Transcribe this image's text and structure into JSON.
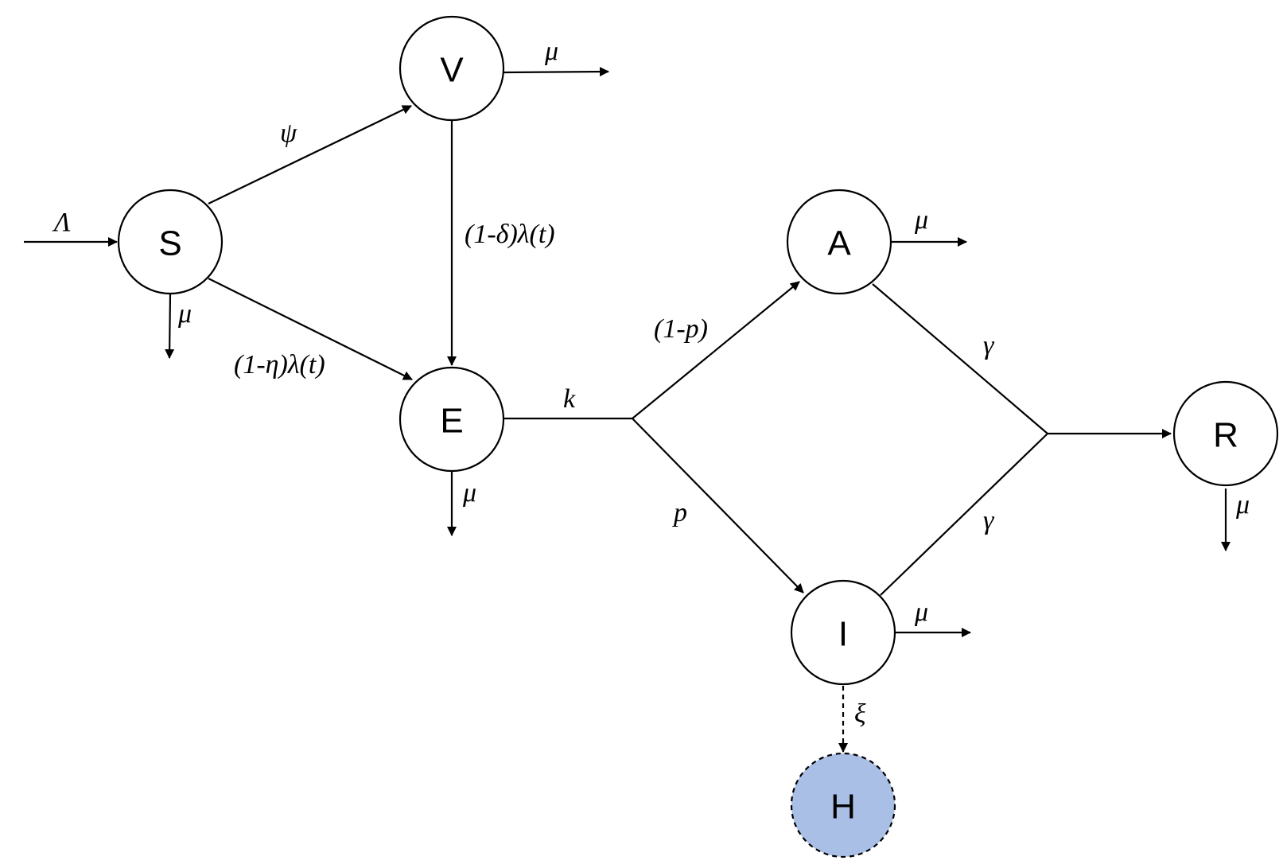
{
  "nodes": {
    "S": "S",
    "V": "V",
    "E": "E",
    "A": "A",
    "I": "I",
    "H": "H",
    "R": "R"
  },
  "rates": {
    "lambda_cap": "Λ",
    "psi": "ψ",
    "mu_s": "μ",
    "mu_v": "μ",
    "mu_e": "μ",
    "mu_a": "μ",
    "mu_i": "μ",
    "mu_r": "μ",
    "v_to_e": "(1-δ)λ(t)",
    "s_to_e": "(1-η)λ(t)",
    "k": "k",
    "one_minus_p": "(1-p)",
    "p": "p",
    "gamma_a": "γ",
    "gamma_i": "γ",
    "xi": "ξ"
  },
  "colors": {
    "hospital_fill": "#a9bfe6",
    "stroke": "#000000"
  }
}
